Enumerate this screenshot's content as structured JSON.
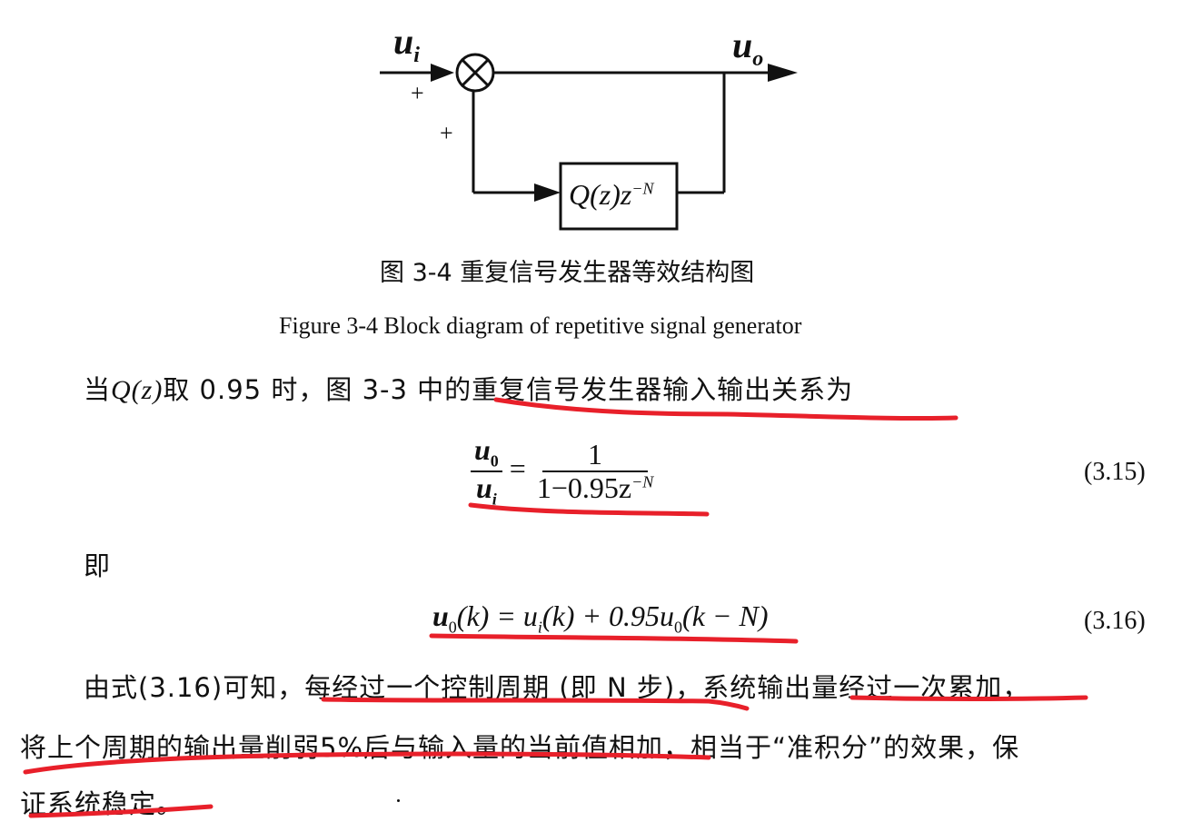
{
  "figure": {
    "input_label": "u",
    "input_sub": "i",
    "output_label": "u",
    "output_sub": "o",
    "plus_top": "+",
    "plus_side": "+",
    "block_label": "Q(z)z",
    "block_exp": "−N",
    "caption_cn": "图 3-4  重复信号发生器等效结构图",
    "caption_en": "Figure 3-4 Block diagram of repetitive signal generator"
  },
  "para1": {
    "prefix": "当",
    "qz": "Q(z)",
    "middle": "取 0.95 时，图 3-3 中的",
    "highlighted": "重复信号发生器输入输出关系为"
  },
  "eq1": {
    "lhs_num": "u",
    "lhs_num_sub": "0",
    "lhs_den": "u",
    "lhs_den_sub": "i",
    "equals": "=",
    "rhs_num": "1",
    "rhs_den": "1−0.95z",
    "rhs_den_exp": "−N",
    "number": "(3.15)"
  },
  "ji": "即",
  "eq2": {
    "text_a": "u",
    "sub_a": "0",
    "text_b": "(k) = u",
    "sub_b": "i",
    "text_c": "(k) + 0.95u",
    "sub_c": "0",
    "text_d": "(k − N)",
    "number": "(3.16)"
  },
  "para2": {
    "line1_a": "由式(3.16)可知，",
    "line1_b": "每经过一个控制周期 (即 N 步)",
    "line1_c": "，系统",
    "line1_d": "输出量经过一次累",
    "line1_e": "加，",
    "line2_a": "将上个周期的输出量削弱5%后与输入量的当前值",
    "line2_b": "相加，相当于“准积分”的效果，保",
    "line3_a": "证系统稳定。"
  },
  "colors": {
    "ink": "#111111",
    "annotation_red": "#e8202a",
    "background": "#ffffff"
  }
}
